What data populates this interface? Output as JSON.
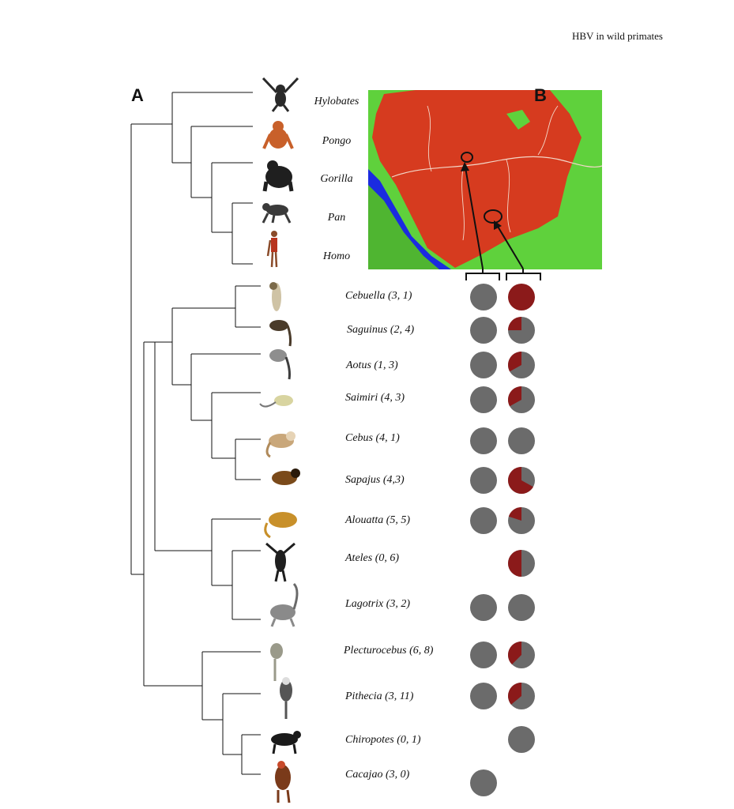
{
  "header": "HBV in wild primates",
  "panels": [
    "A",
    "B"
  ],
  "apes": [
    {
      "name": "Hylobates",
      "icon": "gibbon-icon"
    },
    {
      "name": "Pongo",
      "icon": "orangutan-icon"
    },
    {
      "name": "Gorilla",
      "icon": "gorilla-icon"
    },
    {
      "name": "Pan",
      "icon": "chimpanzee-icon"
    },
    {
      "name": "Homo",
      "icon": "human-icon"
    }
  ],
  "new_world": [
    {
      "label": "Cebuella (3, 1)",
      "region1": 0.0,
      "region2": 1.0,
      "has1": true,
      "has2": true
    },
    {
      "label": "Saguinus (2, 4)",
      "region1": 0.0,
      "region2": 0.25,
      "has1": true,
      "has2": true
    },
    {
      "label": "Aotus (1, 3)",
      "region1": 0.0,
      "region2": 0.33,
      "has1": true,
      "has2": true
    },
    {
      "label": "Saimiri (4, 3)",
      "region1": 0.0,
      "region2": 0.33,
      "has1": true,
      "has2": true
    },
    {
      "label": "Cebus (4, 1)",
      "region1": 0.0,
      "region2": 0.0,
      "has1": true,
      "has2": true
    },
    {
      "label": "Sapajus (4,3)",
      "region1": 0.0,
      "region2": 0.67,
      "has1": true,
      "has2": true
    },
    {
      "label": "Alouatta (5, 5)",
      "region1": 0.0,
      "region2": 0.2,
      "has1": true,
      "has2": true
    },
    {
      "label": "Ateles (0, 6)",
      "region1": 0.0,
      "region2": 0.5,
      "has1": false,
      "has2": true
    },
    {
      "label": "Lagotrix (3, 2)",
      "region1": 0.0,
      "region2": 0.0,
      "has1": true,
      "has2": true
    },
    {
      "label": "Plecturocebus (6, 8)",
      "region1": 0.0,
      "region2": 0.375,
      "has1": true,
      "has2": true
    },
    {
      "label": "Pithecia (3, 11)",
      "region1": 0.0,
      "region2": 0.36,
      "has1": true,
      "has2": true
    },
    {
      "label": "Chiropotes (0, 1)",
      "region1": 0.0,
      "region2": 0.0,
      "has1": false,
      "has2": true
    },
    {
      "label": "Cacajao (3, 0)",
      "region1": 0.0,
      "region2": 0.0,
      "has1": true,
      "has2": false
    }
  ],
  "colors": {
    "positive": "#8b1a1a",
    "negative": "#6b6b6b",
    "forest": "#d63b1f",
    "open": "#5fd13c",
    "water": "#1b2be0"
  }
}
